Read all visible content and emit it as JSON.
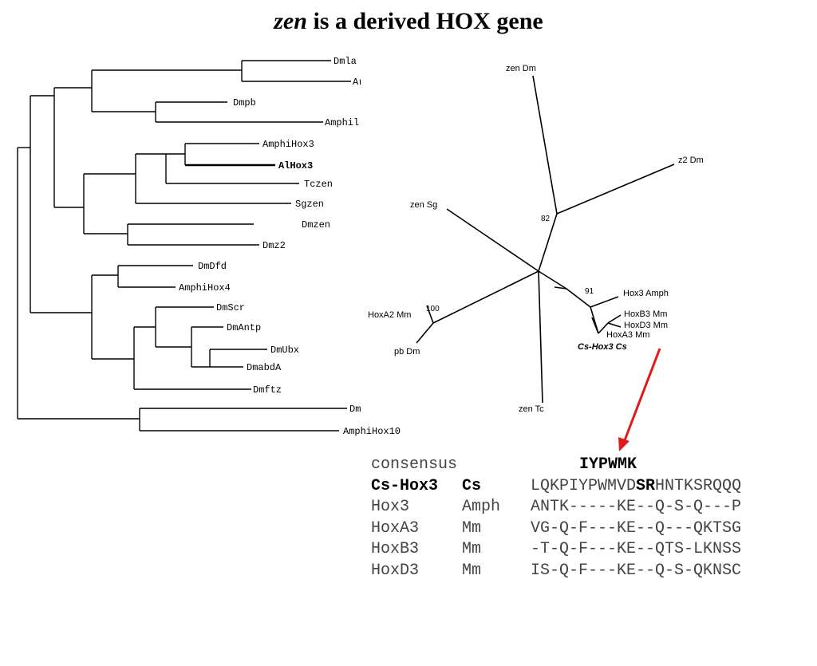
{
  "title": {
    "italic": "zen",
    "rest": " is a derived HOX gene"
  },
  "left_tree": {
    "leaves": [
      "Dmla",
      "Ar",
      "Dmpb",
      "Amphil",
      "AmphiHox3",
      "AlHox3",
      "Tczen",
      "Sgzen",
      "Dmzen",
      "Dmz2",
      "DmDfd",
      "AmphiHox4",
      "DmScr",
      "DmAntp",
      "DmUbx",
      "DmabdA",
      "Dmftz",
      "Dm",
      "AmphiHox10"
    ]
  },
  "right_tree": {
    "labels": [
      "zen Dm",
      "z2 Dm",
      "zen Sg",
      "82",
      "91",
      "Hox3 Amph",
      "HoxB3 Mm",
      "HoxD3 Mm",
      "HoxA3 Mm",
      "Cs-Hox3 Cs",
      "100",
      "HoxA2 Mm",
      "pb Dm",
      "zen Tc"
    ]
  },
  "arrow_color": "#e01b1b",
  "alignment": {
    "consensus_label": "consensus",
    "consensus_motif": "IYPWMK",
    "rows": [
      {
        "gene": "Cs-Hox3",
        "species": "Cs",
        "seq_a": "LQKPIYPWMVD",
        "seq_b": "SR",
        "seq_c": "HNTKSRQQQ",
        "bold": true
      },
      {
        "gene": "Hox3",
        "species": "Amph",
        "seq": "ANTK-----KE--Q-S-Q---P"
      },
      {
        "gene": "HoxA3",
        "species": "Mm",
        "seq": "VG-Q-F---KE--Q---QKTSG"
      },
      {
        "gene": "HoxB3",
        "species": "Mm",
        "seq": "-T-Q-F---KE--QTS-LKNSS"
      },
      {
        "gene": "HoxD3",
        "species": "Mm",
        "seq": "IS-Q-F---KE--Q-S-QKNSC"
      }
    ]
  }
}
